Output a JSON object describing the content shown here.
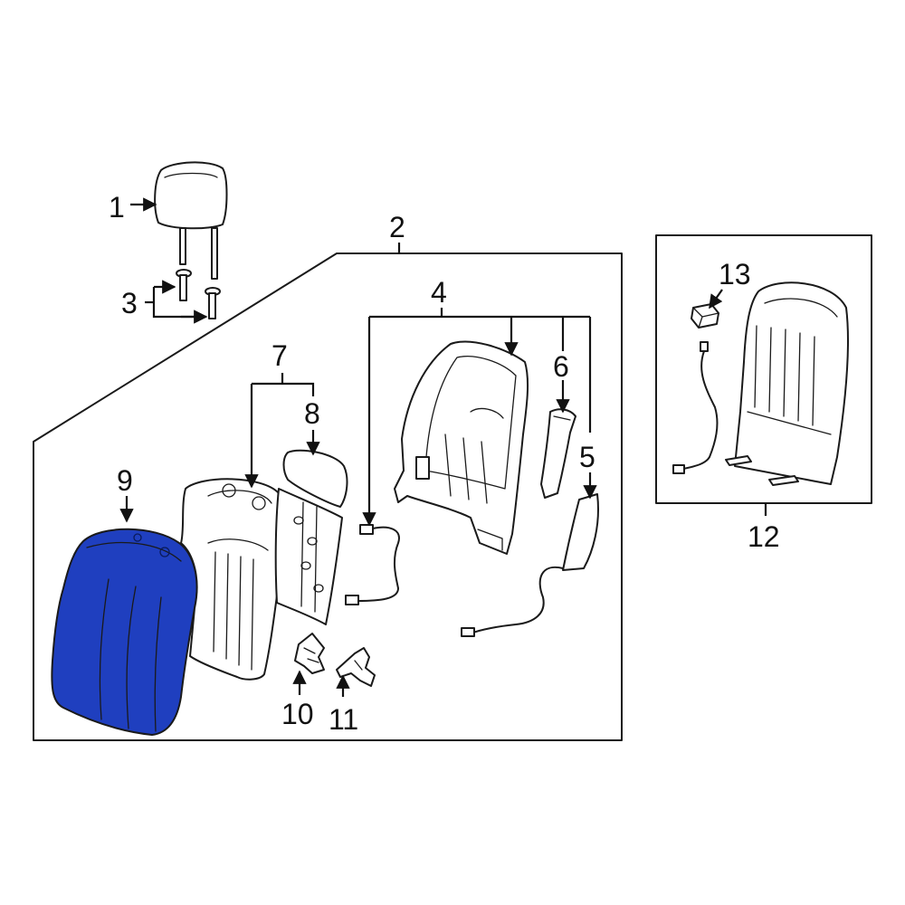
{
  "diagram": {
    "highlight_color": "#1f3fbf",
    "line_color": "#1a1a1a",
    "callouts": {
      "c1": "1",
      "c2": "2",
      "c3": "3",
      "c4": "4",
      "c5": "5",
      "c6": "6",
      "c7": "7",
      "c8": "8",
      "c9": "9",
      "c10": "10",
      "c11": "11",
      "c12": "12",
      "c13": "13"
    },
    "highlighted_part": "9"
  }
}
